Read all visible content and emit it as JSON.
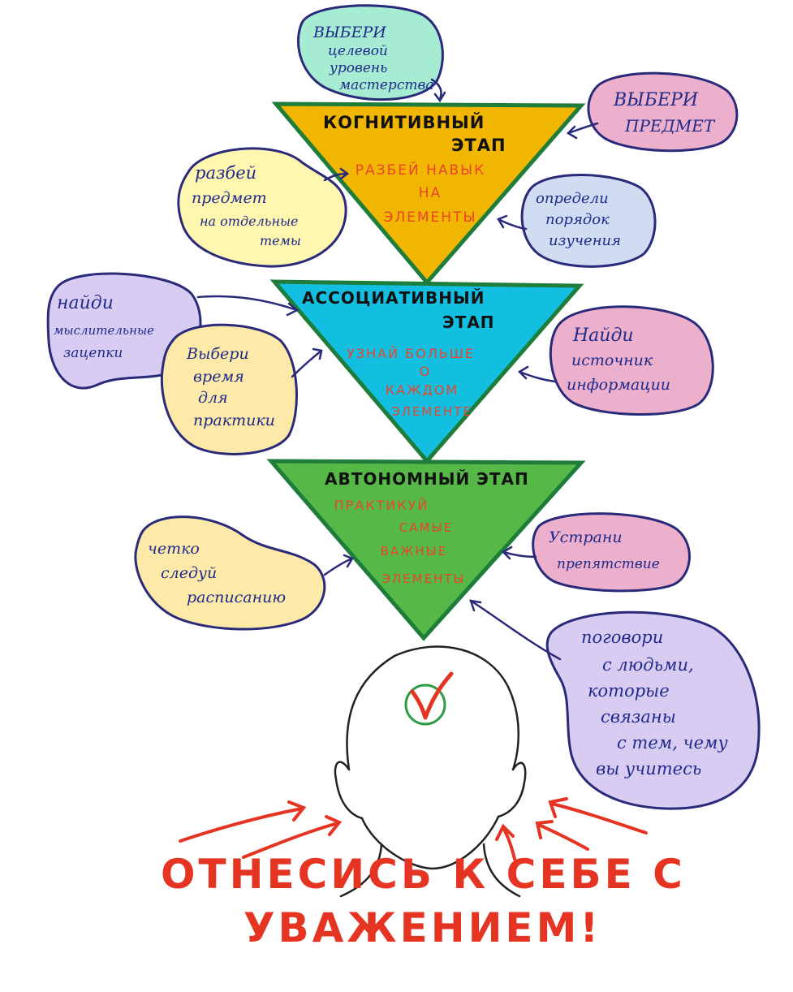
{
  "colors": {
    "stage1_fill": "#f1b600",
    "stage2_fill": "#12bfe0",
    "stage3_fill": "#56b947",
    "outline": "#1e7d3a",
    "red_text": "#e53421",
    "handwriting": "#1f2a8a",
    "bubble_mint": "#a6ecd2",
    "bubble_pink": "#ecb0cc",
    "bubble_yellow": "#fff7b0",
    "bubble_lavender": "#d8ccf2",
    "bubble_lightblue": "#cfdcf2",
    "bubble_peach": "#fdeaa8"
  },
  "stages": [
    {
      "title_line1": "КОГНИТИВНЫЙ",
      "title_line2": "ЭТАП",
      "sub_lines": [
        "РАЗБЕЙ НАВЫК",
        "НА",
        "ЭЛЕМЕНТЫ"
      ]
    },
    {
      "title_line1": "АССОЦИАТИВНЫЙ",
      "title_line2": "ЭТАП",
      "sub_lines": [
        "УЗНАЙ БОЛЬШЕ",
        "О",
        "КАЖДОМ",
        "ЭЛЕМЕНТЕ"
      ]
    },
    {
      "title_line1": "АВТОНОМНЫЙ ЭТАП",
      "title_line2": "",
      "sub_lines": [
        "ПРАКТИКУЙ",
        "САМЫЕ",
        "ВАЖНЫЕ",
        "ЭЛЕМЕНТЫ"
      ]
    }
  ],
  "bubbles": {
    "choose_level": [
      "ВЫБЕРИ",
      "целевой",
      "уровень",
      "мастерства"
    ],
    "choose_subject": [
      "ВЫБЕРИ",
      "ПРЕДМЕТ"
    ],
    "split_subject": [
      "разбей",
      "предмет",
      "на отдельные",
      "темы"
    ],
    "define_order": [
      "определи",
      "порядок",
      "изучения"
    ],
    "find_hooks": [
      "найди",
      "мыслительные",
      "зацепки"
    ],
    "choose_time": [
      "Выбери",
      "время",
      "для",
      "практики"
    ],
    "find_source": [
      "Найди",
      "источник",
      "информации"
    ],
    "follow_schedule": [
      "четко",
      "следуй",
      "расписанию"
    ],
    "remove_obstacles": [
      "Устрани",
      "препятствие"
    ],
    "talk_people": [
      "поговори",
      "с людьми,",
      "которые",
      "связаны",
      "с тем, чему",
      "вы учитесь"
    ]
  },
  "final_message": {
    "line1": "ОТНЕСИСЬ К СЕБЕ С",
    "line2": "УВАЖЕНИЕМ!"
  }
}
